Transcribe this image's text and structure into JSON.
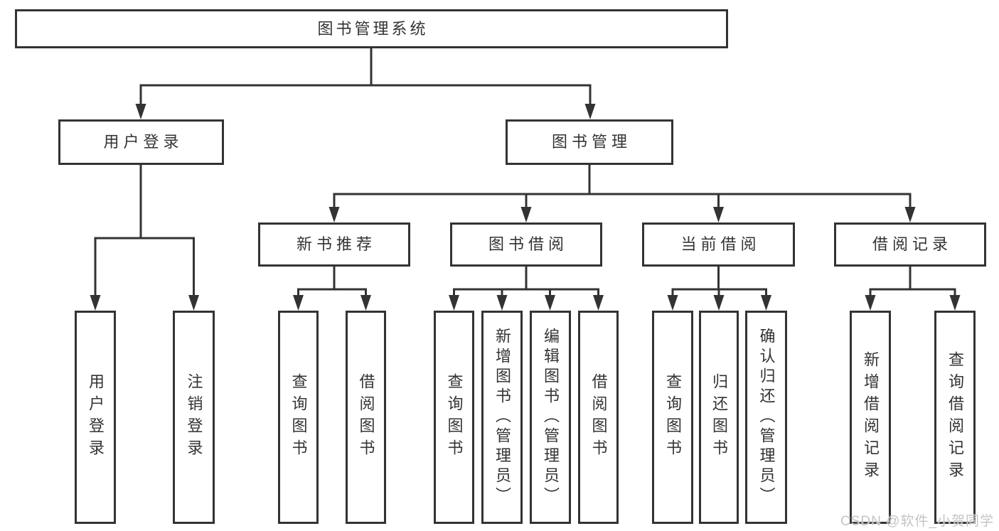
{
  "tree": {
    "label": "图书管理系统",
    "children": [
      {
        "label": "用户登录",
        "children": [
          {
            "label": "用户登录"
          },
          {
            "label": "注销登录"
          }
        ]
      },
      {
        "label": "图书管理",
        "children": [
          {
            "label": "新书推荐",
            "children": [
              {
                "label": "查询图书"
              },
              {
                "label": "借阅图书"
              }
            ]
          },
          {
            "label": "图书借阅",
            "children": [
              {
                "label": "查询图书"
              },
              {
                "label": "新增图书（管理员）"
              },
              {
                "label": "编辑图书（管理员）"
              },
              {
                "label": "借阅图书"
              }
            ]
          },
          {
            "label": "当前借阅",
            "children": [
              {
                "label": "查询图书"
              },
              {
                "label": "归还图书"
              },
              {
                "label": "确认归还（管理员）"
              }
            ]
          },
          {
            "label": "借阅记录",
            "children": [
              {
                "label": "新增借阅记录"
              },
              {
                "label": "查询借阅记录"
              }
            ]
          }
        ]
      }
    ]
  },
  "watermark": "CSDN @软件_小贺同学",
  "colors": {
    "line": "#333333",
    "text": "#333333",
    "background": "#ffffff",
    "watermark": "#c4c4c4"
  }
}
